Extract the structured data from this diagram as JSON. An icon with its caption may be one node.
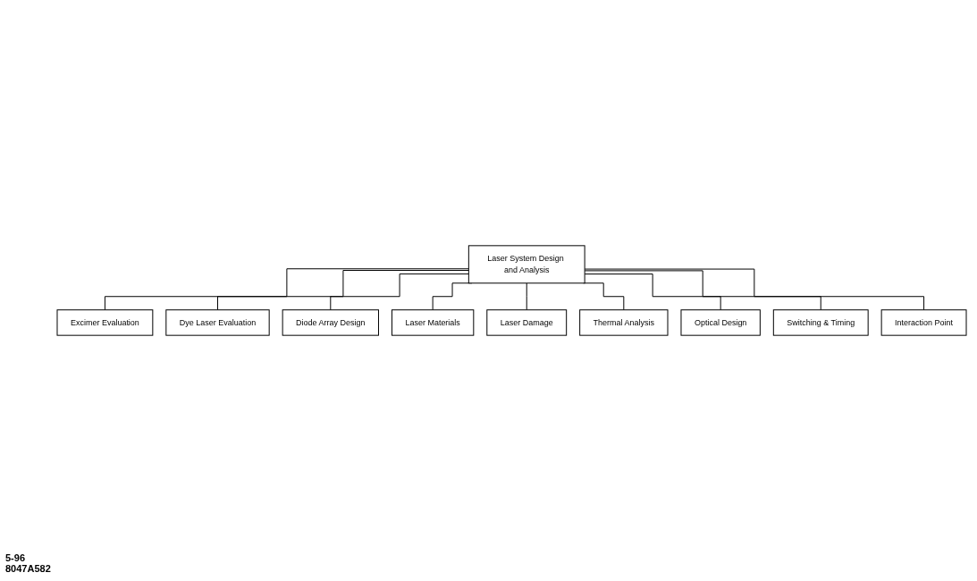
{
  "diagram": {
    "nodes": [
      {
        "text": [
          "Laser System Design and Analysis"
        ]
      },
      {
        "text": [
          "Excimer Evaluation"
        ]
      },
      {
        "text": [
          "Dye Laser Evaluation"
        ]
      },
      {
        "text": [
          "Diode Array Design"
        ]
      },
      {
        "text": [
          "Laser Materials"
        ]
      },
      {
        "text": [
          "Laser Damage"
        ]
      },
      {
        "text": [
          "Thermal Analysis"
        ]
      },
      {
        "text": [
          "Optical Design"
        ]
      },
      {
        "text": [
          "Switching & Timing"
        ]
      },
      {
        "text": [
          "Interaction Point"
        ]
      }
    ],
    "edges": [
      {
        "from": 0,
        "to": 1,
        "arrow": "none"
      },
      {
        "from": 0,
        "to": 2,
        "arrow": "none"
      },
      {
        "from": 0,
        "to": 3,
        "arrow": "none"
      },
      {
        "from": 0,
        "to": 4,
        "arrow": "none"
      },
      {
        "from": 0,
        "to": 5,
        "arrow": "none"
      },
      {
        "from": 0,
        "to": 6,
        "arrow": "none"
      },
      {
        "from": 0,
        "to": 7,
        "arrow": "none"
      },
      {
        "from": 0,
        "to": 8,
        "arrow": "none"
      },
      {
        "from": 0,
        "to": 9,
        "arrow": "none"
      }
    ],
    "labels": [
      "5-96",
      "8047A582"
    ]
  }
}
